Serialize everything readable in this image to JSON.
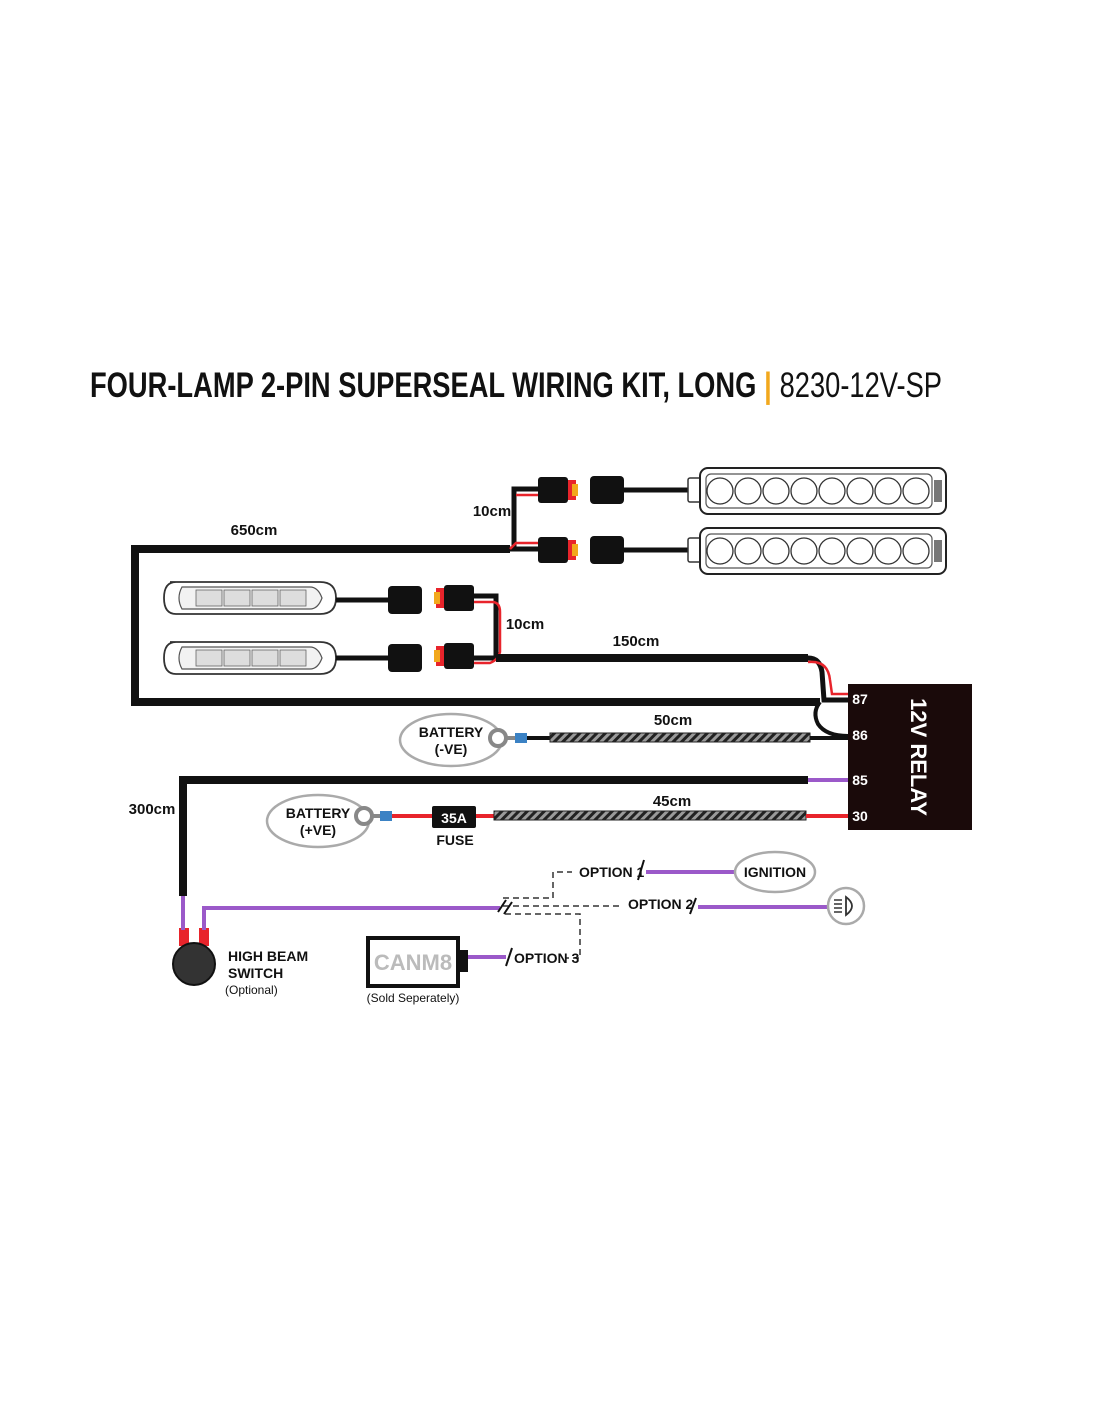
{
  "header": {
    "title": "FOUR-LAMP 2-PIN SUPERSEAL WIRING KIT, LONG",
    "separator": "|",
    "part_number": "8230-12V-SP"
  },
  "lengths": {
    "main_650": "650cm",
    "top_branch": "10cm",
    "lower_branch": "10cm",
    "run_150": "150cm",
    "neg_50": "50cm",
    "pos_45": "45cm",
    "switch_300": "300cm"
  },
  "relay": {
    "label": "12V RELAY",
    "pins": [
      "87",
      "86",
      "85",
      "30"
    ]
  },
  "battery_neg": {
    "line1": "BATTERY",
    "line2": "(-VE)"
  },
  "battery_pos": {
    "line1": "BATTERY",
    "line2": "(+VE)"
  },
  "fuse": {
    "rating": "35A",
    "label": "FUSE"
  },
  "switch": {
    "line1": "HIGH BEAM",
    "line2": "SWITCH",
    "note": "(Optional)"
  },
  "options": {
    "opt1": "OPTION 1",
    "opt2": "OPTION 2",
    "opt3": "OPTION 3"
  },
  "ignition": {
    "label": "IGNITION"
  },
  "canm8": {
    "label": "CANM8",
    "note": "(Sold Seperately)"
  },
  "colors": {
    "wire_black": "#111111",
    "wire_red": "#e8242b",
    "wire_purple": "#9b59c9",
    "accent": "#f2a81d",
    "connector_blue": "#3b82c4",
    "relay_fill": "#1a0a0a"
  },
  "icons": {
    "lamp_bar": "led-light-bar-icon",
    "lamp_slim": "slim-driving-lamp-icon",
    "high_beam": "high-beam-icon",
    "ring_terminal": "ring-terminal-icon"
  }
}
